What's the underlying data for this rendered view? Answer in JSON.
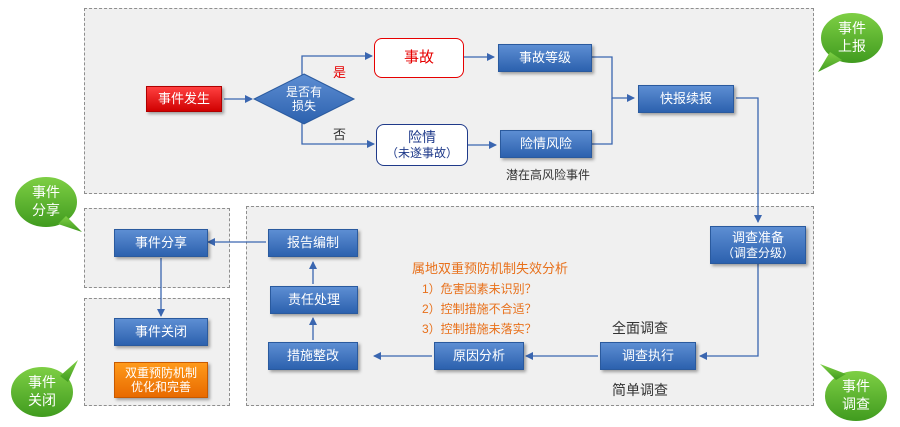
{
  "nodes": {
    "event_occur": "事件发生",
    "has_loss": "是否有\n损失",
    "yes": "是",
    "no": "否",
    "accident": "事故",
    "danger_line1": "险情",
    "danger_line2": "（未遂事故）",
    "accident_level": "事故等级",
    "danger_risk": "险情风险",
    "potential_event": "潜在高风险事件",
    "quick_report": "快报续报",
    "investigation_prep_line1": "调查准备",
    "investigation_prep_line2": "（调查分级）",
    "investigation_exec": "调查执行",
    "full_investigation": "全面调查",
    "simple_investigation": "简单调查",
    "cause_analysis": "原因分析",
    "corrective_measures": "措施整改",
    "responsibility": "责任处理",
    "report_compile": "报告编制",
    "event_share": "事件分享",
    "event_close": "事件关闭",
    "optimize_line1": "双重预防机制",
    "optimize_line2": "优化和完善"
  },
  "analysis": {
    "title": "属地双重预防机制失效分析",
    "items": [
      "1）危害因素未识别？",
      "2）控制措施不合适？",
      "3）控制措施未落实？"
    ]
  },
  "bubbles": {
    "report": "事件\n上报",
    "share": "事件\n分享",
    "close": "事件\n关闭",
    "investigate": "事件\n调查"
  },
  "colors": {
    "blue": "#2c61ae",
    "red": "#e60000",
    "orange": "#f07d00",
    "green": "#5cb82e",
    "accent_text": "#e8701a"
  }
}
